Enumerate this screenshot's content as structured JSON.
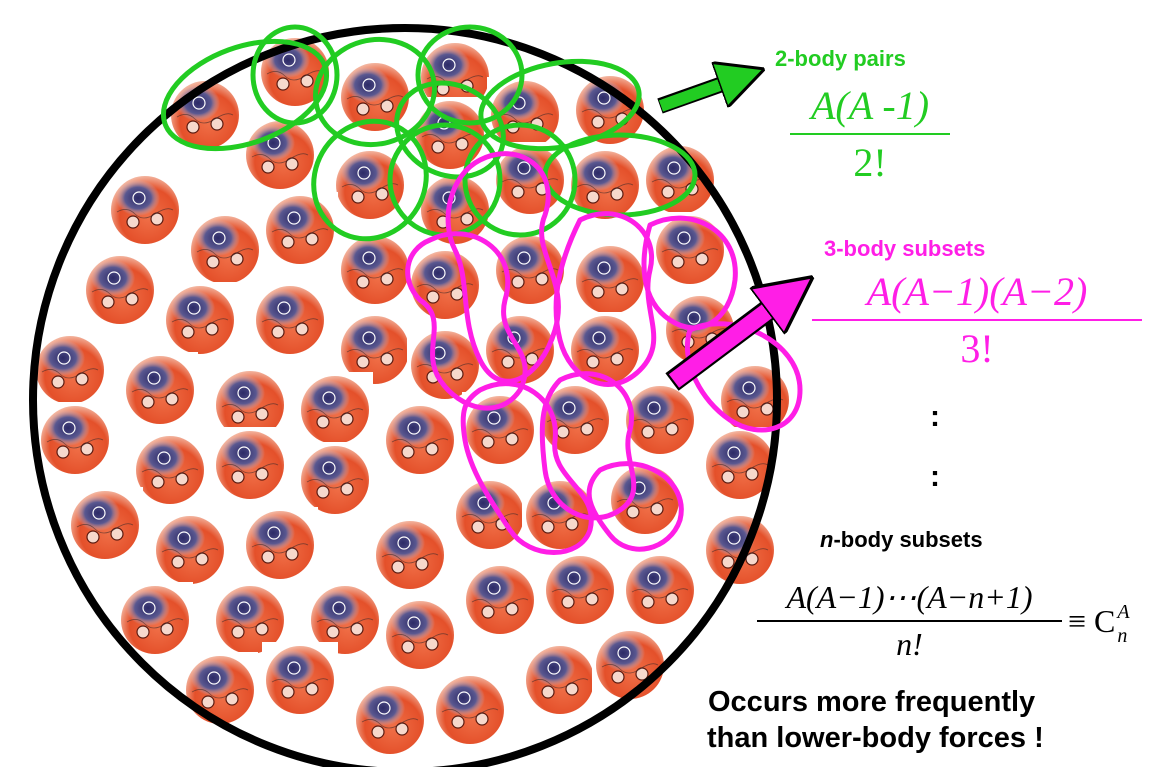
{
  "labels": {
    "two_body": "2-body pairs",
    "three_body": "3-body subsets",
    "n_body_prefix": "n",
    "n_body_suffix": "-body subsets",
    "conclusion_line1": "Occurs more frequently",
    "conclusion_line2": "than lower-body forces !"
  },
  "formulas": {
    "two_body_num": "A(A -1)",
    "two_body_den": "2!",
    "three_body_num": "A(A−1)(A−2)",
    "three_body_den": "3!",
    "n_body_num": "A(A−1)⋯(A−n+1)",
    "n_body_den": "n!",
    "n_body_equiv": "≡ C",
    "n_body_sub": "n",
    "n_body_sup": "A"
  },
  "ellipsis_dots": [
    ":",
    ":"
  ],
  "colors": {
    "green": "#22cc22",
    "magenta": "#ff1ee6",
    "nucleon_red": "#e4502a",
    "nucleon_blue": "#3c3a78",
    "outline": "#000000"
  }
}
